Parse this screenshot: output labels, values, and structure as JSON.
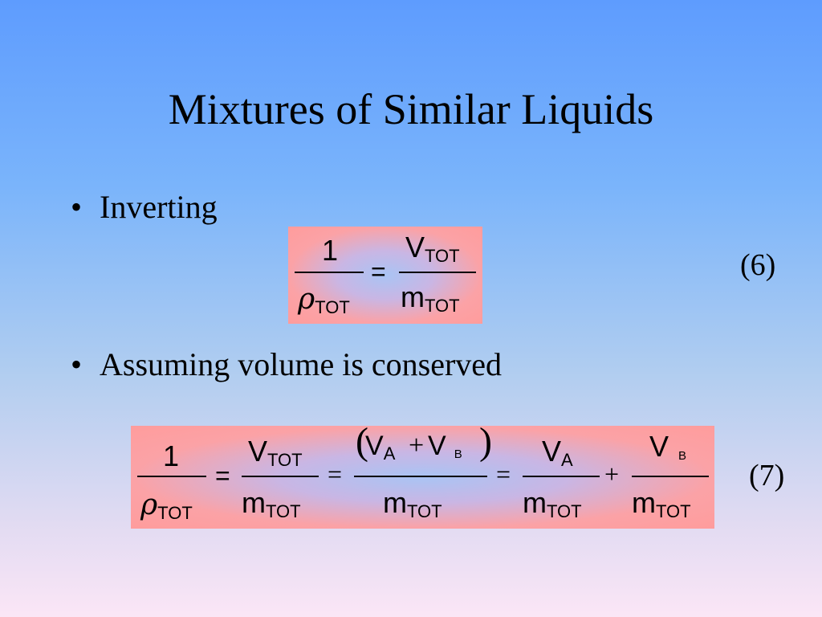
{
  "slide": {
    "title": "Mixtures of Similar Liquids",
    "bullets": [
      {
        "marker": "•",
        "text": "Inverting"
      },
      {
        "marker": "•",
        "text": "Assuming volume is conserved"
      }
    ],
    "equations": [
      {
        "number": "(6)"
      },
      {
        "number": "(7)"
      }
    ]
  },
  "math": {
    "one": "1",
    "rho": "ρ",
    "tot": "TOT",
    "V": "V",
    "m": "m",
    "A": "A",
    "B": "B",
    "eq": "=",
    "plus": "+",
    "lparen": "(",
    "rparen": ")"
  },
  "colors": {
    "background_top": "#5e9cfe",
    "background_bottom": "#fbe6f6",
    "equation_box_edge": "#ff9c9c",
    "equation_box_center": "#a9c4f4"
  }
}
